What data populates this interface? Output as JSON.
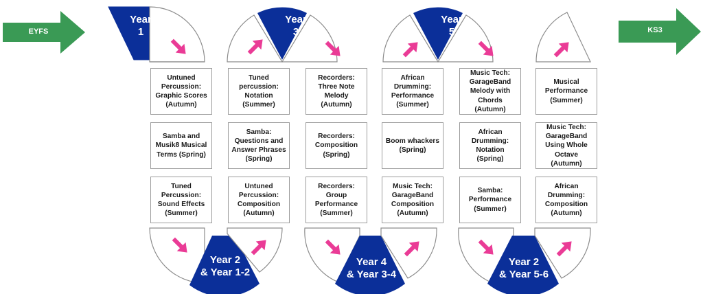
{
  "colors": {
    "year_blue": "#0b2f99",
    "arrow_pink": "#ea3b96",
    "transition_green": "#3a9a55",
    "border": "#8c8c8c"
  },
  "transitions": {
    "start": "EYFS",
    "end": "KS3"
  },
  "year_labels": {
    "y1": [
      "Year",
      "1"
    ],
    "y3": [
      "Year",
      "3"
    ],
    "y5": [
      "Year",
      "5"
    ],
    "y2a": [
      "Year 2",
      "& Year 1-2"
    ],
    "y4": [
      "Year 4",
      "& Year 3-4"
    ],
    "y2b": [
      "Year 2",
      "& Year 5-6"
    ]
  },
  "columns": [
    [
      "Untuned Percussion: Graphic Scores (Autumn)",
      "Samba and Musik8 Musical Terms (Spring)",
      "Tuned Percussion: Sound Effects (Summer)"
    ],
    [
      "Tuned percussion: Notation (Summer)",
      "Samba: Questions and Answer Phrases (Spring)",
      "Untuned Percussion: Composition (Autumn)"
    ],
    [
      "Recorders: Three Note Melody (Autumn)",
      "Recorders: Composition (Spring)",
      "Recorders: Group Performance (Summer)"
    ],
    [
      "African Drumming: Performance (Summer)",
      "Boom whackers (Spring)",
      "Music Tech: GarageBand Composition (Autumn)"
    ],
    [
      "Music Tech: GarageBand Melody with Chords (Autumn)",
      "African Drumming: Notation (Spring)",
      "Samba: Performance (Summer)"
    ],
    [
      "Musical Performance (Summer)",
      "Music Tech: GarageBand Using Whole Octave (Autumn)",
      "African Drumming: Composition (Autumn)"
    ]
  ]
}
